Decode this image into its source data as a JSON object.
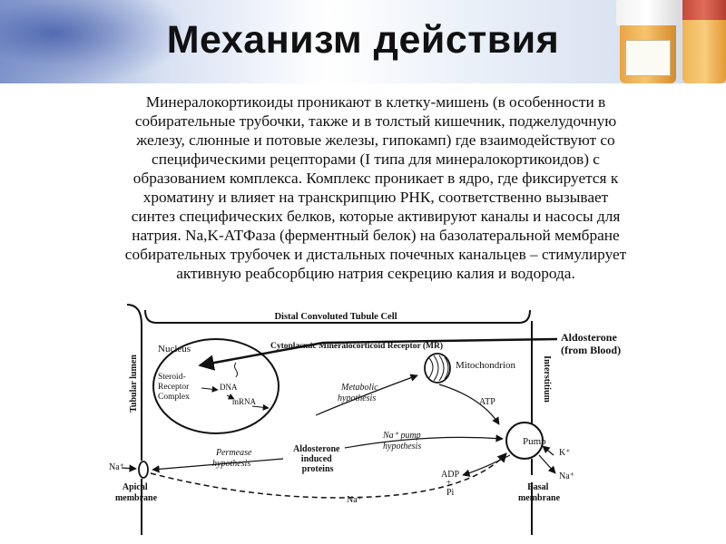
{
  "slide": {
    "title": "Механизм действия",
    "lines": [
      "Минералокортикоиды проникают в клетку-мишень (в особенности в",
      "собирательные трубочки, также и в толстый кишечник, поджелудочную",
      "железу, слюнные и потовые железы, гипокамп) где взаимодействуют со",
      "специфическими рецепторами (I типа для минералокортикоидов) с",
      "образованием комплекса. Комплекс проникает в ядро, где фиксируется к",
      "хроматину и влияет на транскрипцию РНК, соответственно вызывает",
      "синтез специфических белков, которые активируют каналы и насосы для",
      "натрия.  Na,K-АТФаза (ферментный белок) на базолатеральной мембране",
      "собирательных трубочек и дистальных почечных канальцев – стимулирует",
      "активную реабсорбцию натрия секрецию калия и водорода."
    ]
  },
  "diagram": {
    "cell_label": "Distal Convoluted Tubule Cell",
    "tubular_lumen": "Tubular lumen",
    "interstitium": "Interstitium",
    "nucleus": "Nucleus",
    "receptor": "Cytoplasmic Mineralocorticoid Receptor (MR)",
    "aldosterone_blood_1": "Aldosterone",
    "aldosterone_blood_2": "(from Blood)",
    "complex_1": "Steroid-",
    "complex_2": "Receptor",
    "complex_3": "Complex",
    "dna": "DNA",
    "mrna": "mRNA",
    "mitochondrion": "Mitochondrion",
    "metabolic_1": "Metabolic",
    "metabolic_2": "hypothesis",
    "atp": "ATP",
    "pump": "Pump",
    "napump_1": "Na⁺ pump",
    "napump_2": "hypothesis",
    "permease_1": "Permease",
    "permease_2": "hypothesis",
    "proteins_1": "Aldosterone",
    "proteins_2": "induced",
    "proteins_3": "proteins",
    "na_left": "Na⁺",
    "na_bottom": "Na⁺",
    "na_right": "Na⁺",
    "k_right": "K⁺",
    "adp": "ADP",
    "plus": "+",
    "pi": "Pi",
    "apical_1": "Apical",
    "apical_2": "membrane",
    "basal_1": "Basal",
    "basal_2": "membrane"
  }
}
